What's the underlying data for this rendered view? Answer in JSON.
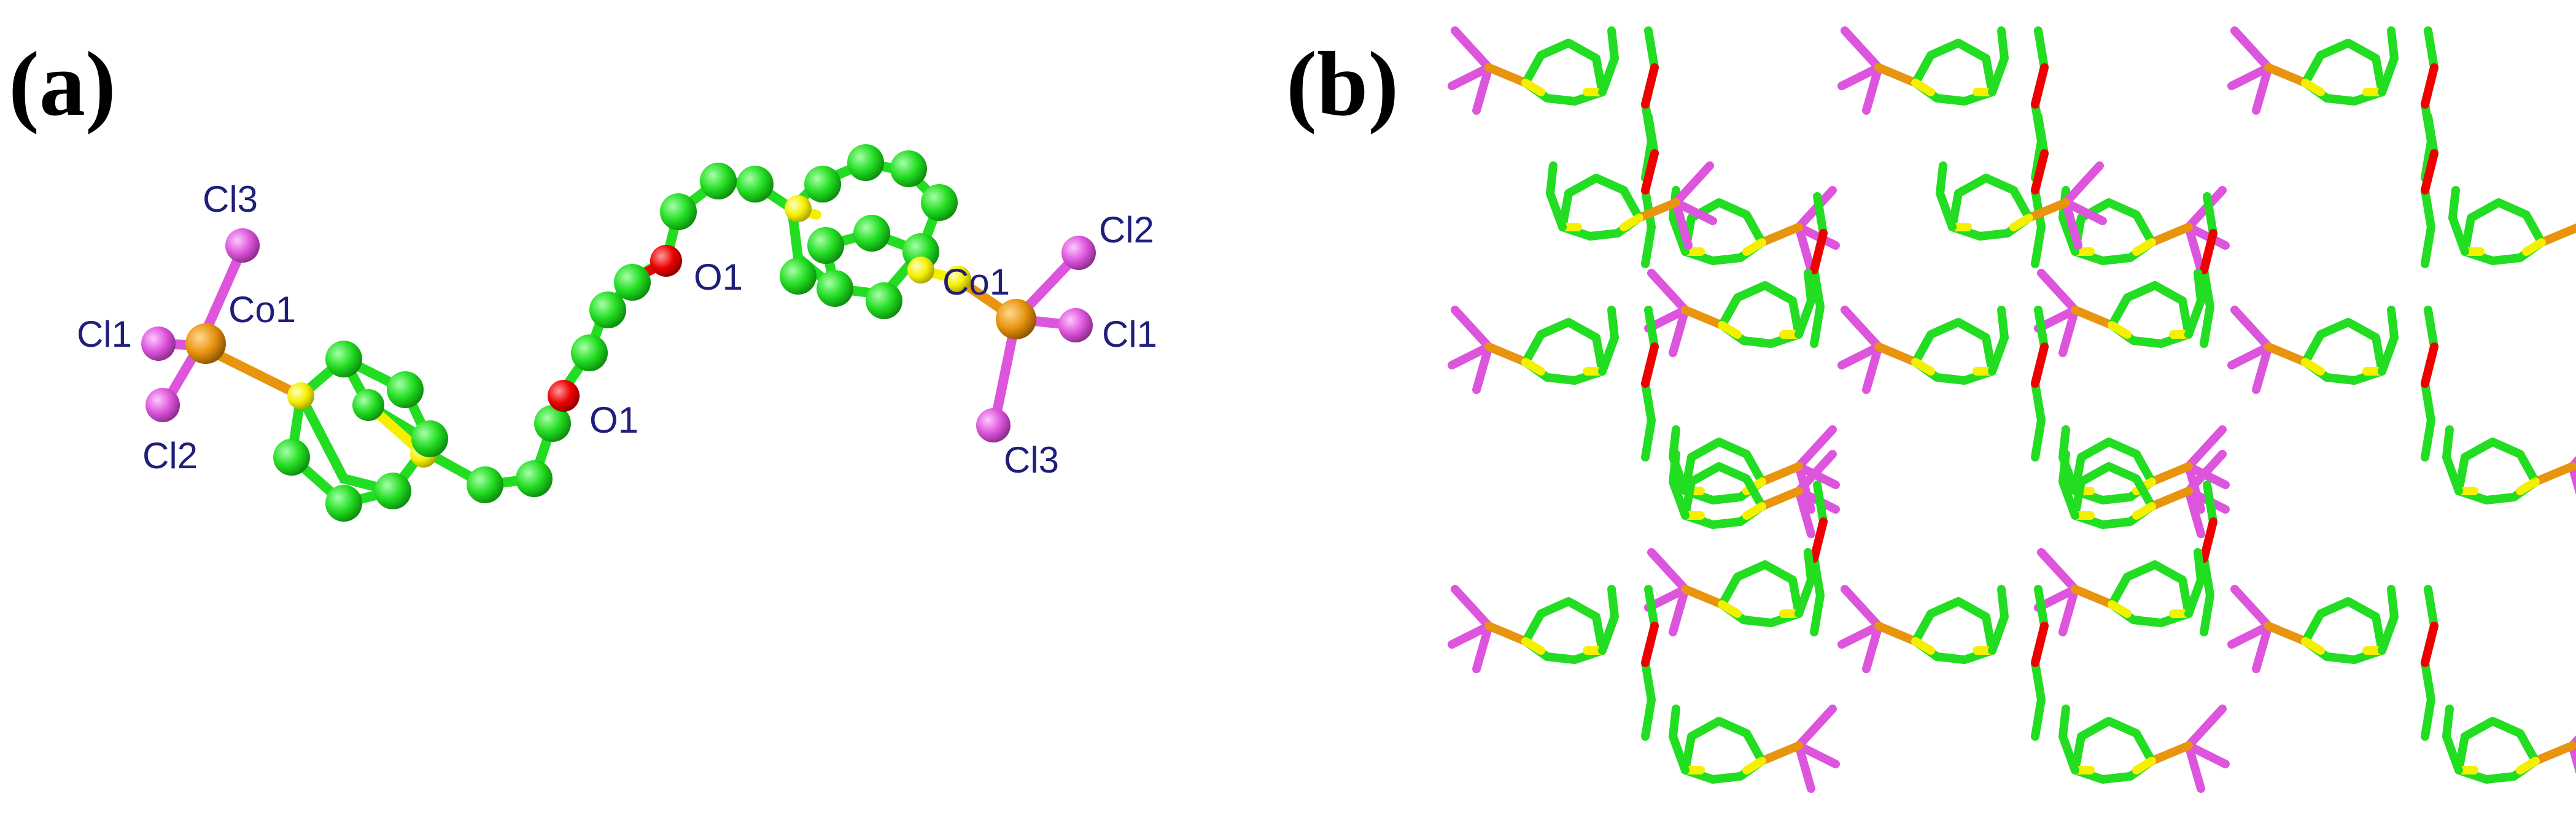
{
  "panels": {
    "a": {
      "label": "(a)"
    },
    "b": {
      "label": "(b)"
    }
  },
  "atom_labels": {
    "left_cl3": "Cl3",
    "left_cl1": "Cl1",
    "left_co1": "Co1",
    "left_cl2": "Cl2",
    "o1_upper": "O1",
    "o1_lower": "O1",
    "right_cl2": "Cl2",
    "right_co1": "Co1",
    "right_cl1": "Cl1",
    "right_cl3": "Cl3"
  },
  "colors": {
    "carbon": "#22dd22",
    "sulfur": "#f5f000",
    "oxygen": "#ee0000",
    "cobalt": "#e8940e",
    "chlorine": "#dd55dd",
    "label_text": "#1f1f7a"
  }
}
